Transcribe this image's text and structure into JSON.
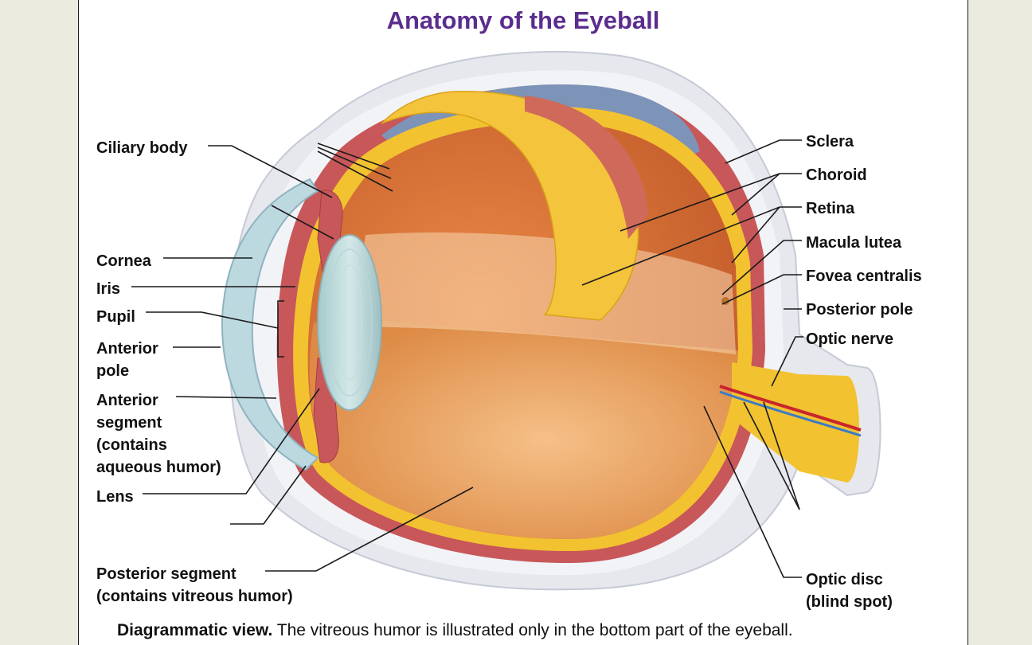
{
  "title": "Anatomy of the Eyeball",
  "labels_left": {
    "ciliary_body": "Ciliary body",
    "cornea": "Cornea",
    "iris": "Iris",
    "pupil": "Pupil",
    "anterior_pole": [
      "Anterior",
      "pole"
    ],
    "anterior_segment": [
      "Anterior",
      "segment",
      "(contains",
      "aqueous humor)"
    ],
    "lens": "Lens",
    "posterior_segment": [
      "Posterior segment",
      "(contains vitreous humor)"
    ]
  },
  "labels_right": {
    "sclera": "Sclera",
    "choroid": "Choroid",
    "retina": "Retina",
    "macula_lutea": "Macula lutea",
    "fovea_centralis": "Fovea centralis",
    "posterior_pole": "Posterior pole",
    "optic_nerve": "Optic nerve",
    "optic_disc": [
      "Optic disc",
      "(blind spot)"
    ]
  },
  "caption": {
    "bold": "Diagrammatic view.",
    "text": " The vitreous humor is illustrated only in the bottom part of the eyeball."
  },
  "colors": {
    "title": "#5b2d8e",
    "sclera": "#e6e8ee",
    "cornea": "#bcd9e0",
    "choroid": "#c8575a",
    "retina": "#f2c230",
    "vitreous": "#e9a25a",
    "interior": "#d9783f",
    "top_blue": "#7d93b8"
  }
}
